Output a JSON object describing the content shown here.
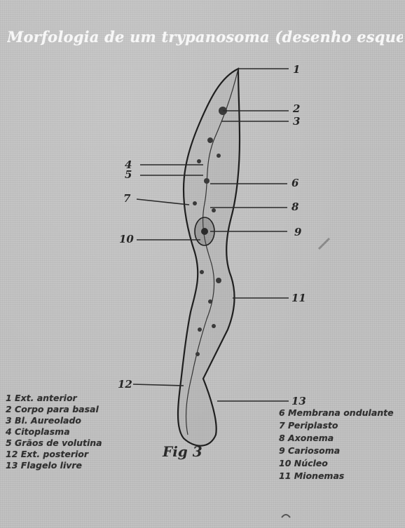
{
  "title": "Morfologia de um trypanosoma (desenho esquemático)",
  "figure_label": "Fig 3",
  "callouts": [
    "1",
    "2",
    "3",
    "4",
    "5",
    "6",
    "7",
    "8",
    "9",
    "10",
    "11",
    "12",
    "13"
  ],
  "legend_left": [
    "1 Ext. anterior",
    "2 Corpo para basal",
    "3 Bl. Aureolado",
    "4 Citoplasma",
    "5 Grãos de volutina",
    "12 Ext. posterior",
    "13 Flagelo livre"
  ],
  "legend_right": [
    "6 Membrana ondulante",
    "7 Periplasto",
    "8 Axonema",
    "9 Cariosoma",
    "10 Núcleo",
    "11 Mionemas"
  ]
}
